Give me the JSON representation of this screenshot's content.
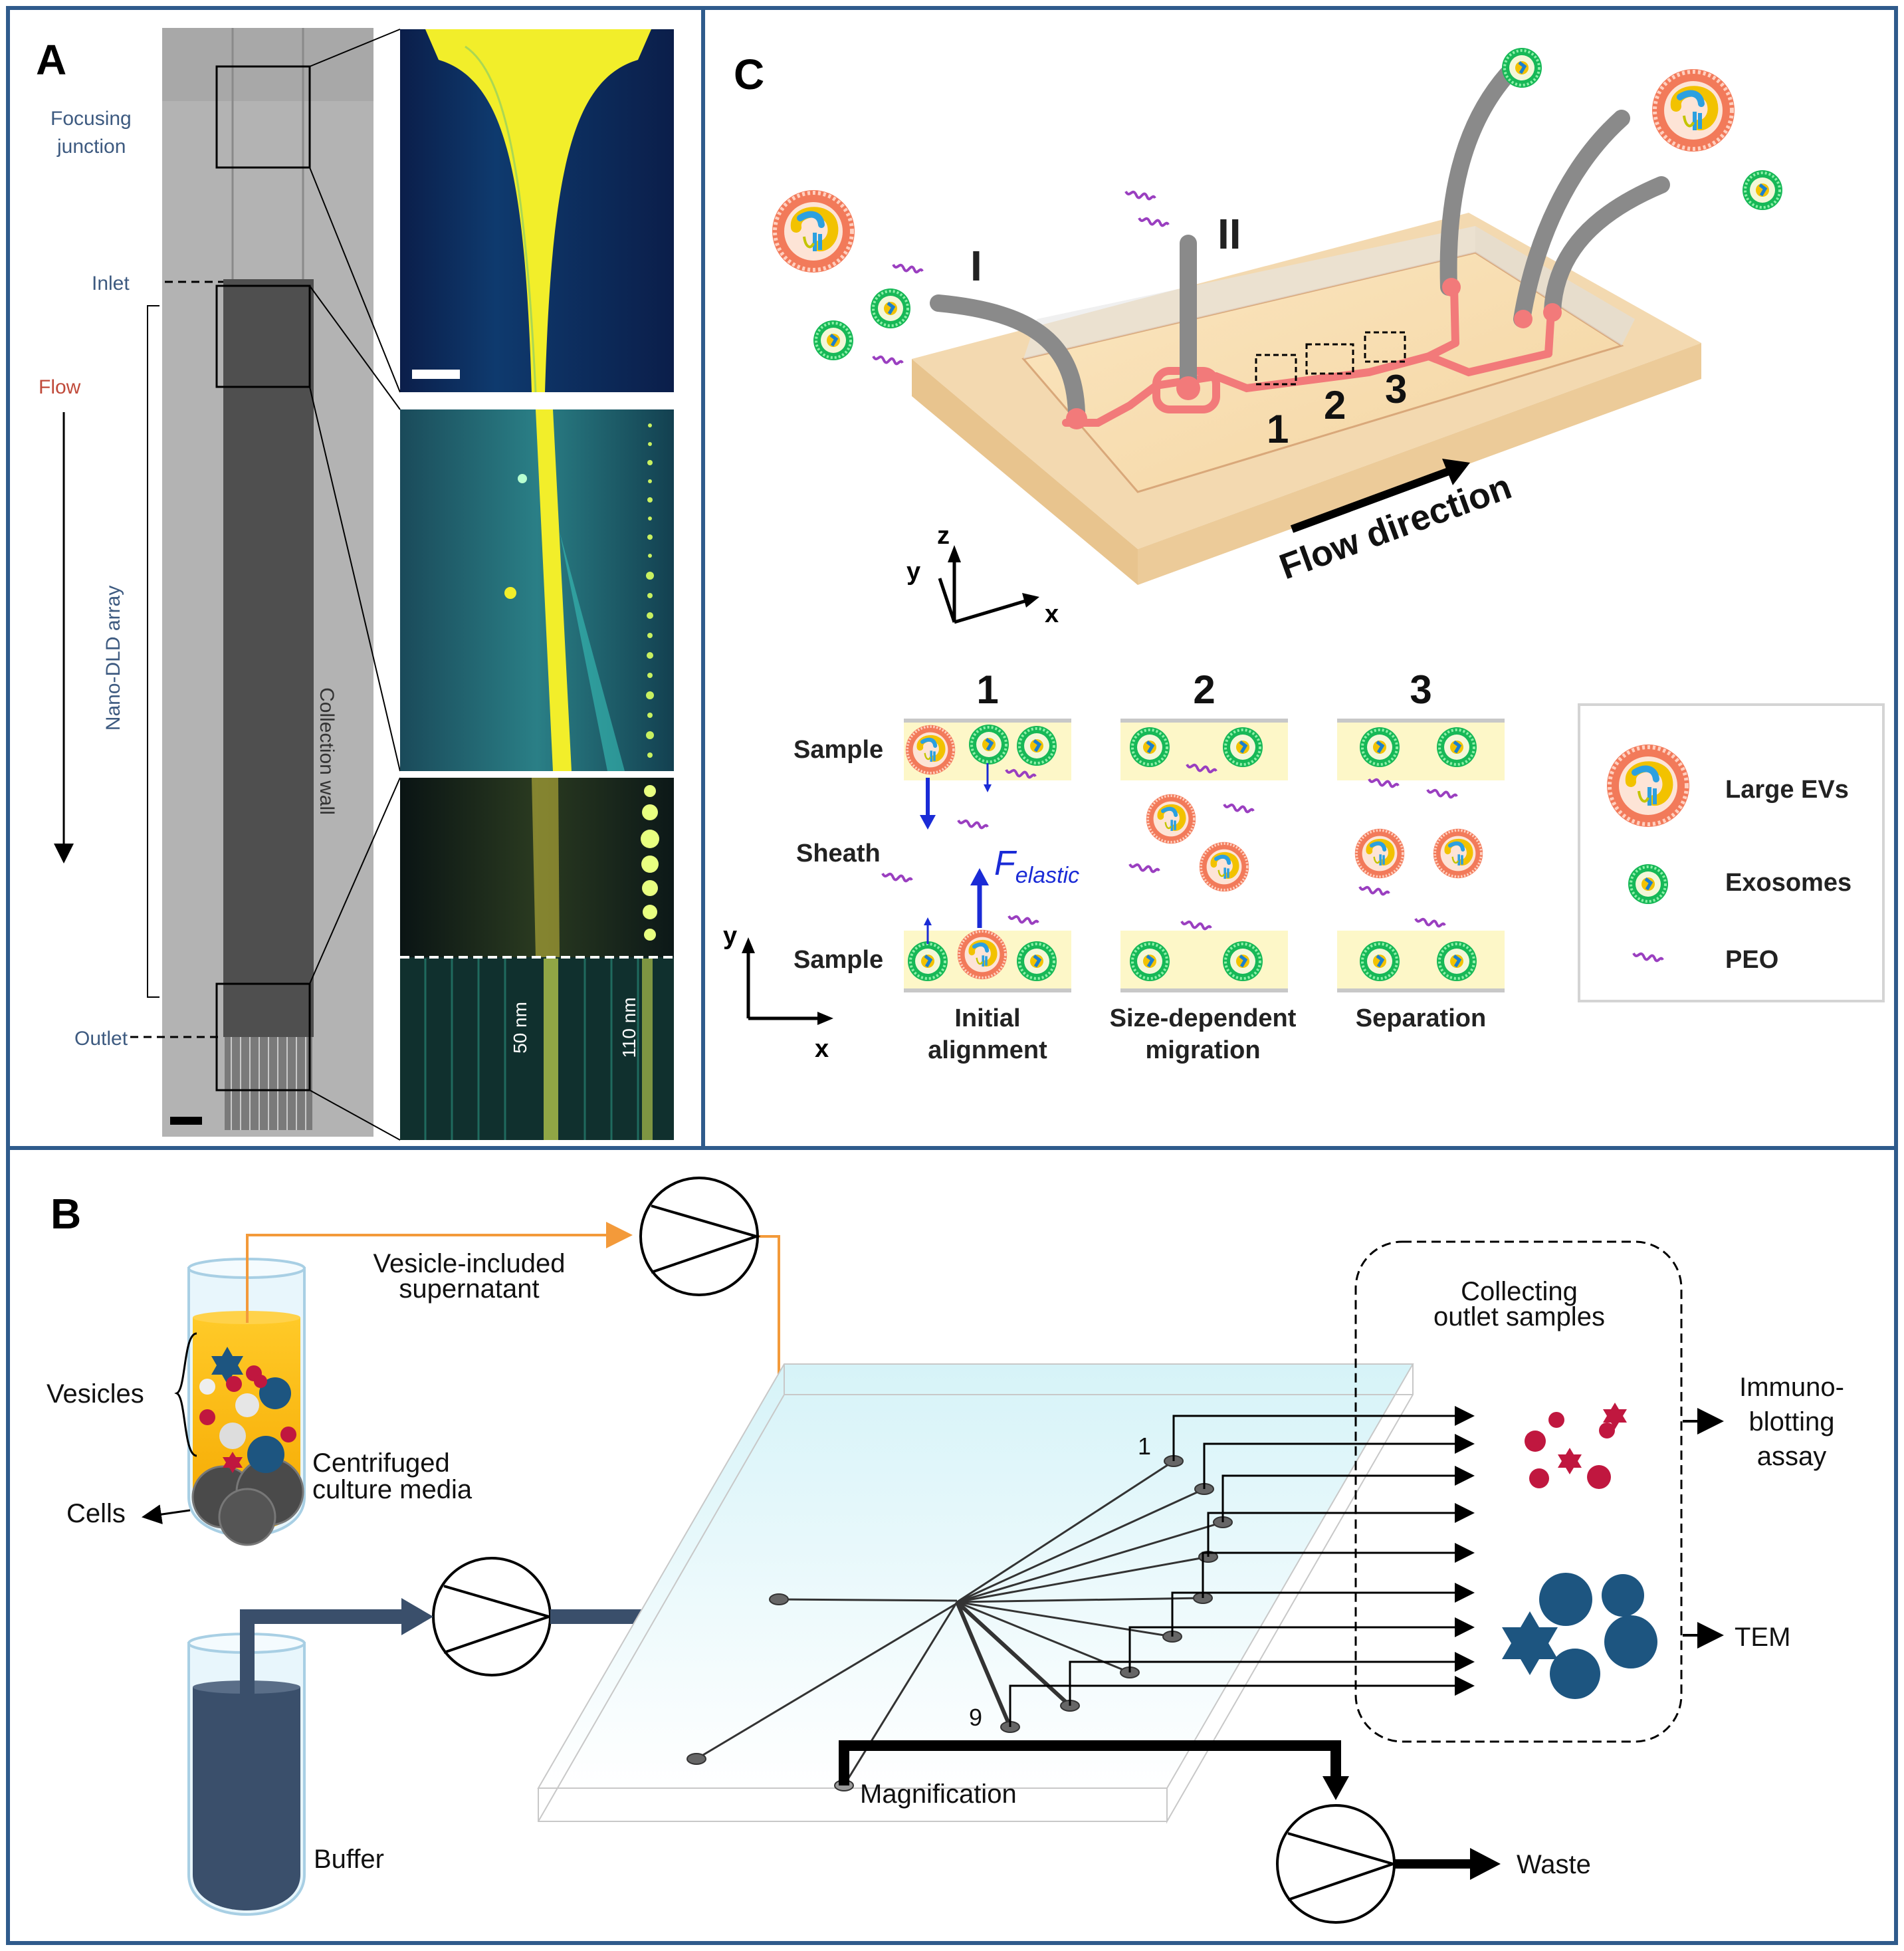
{
  "panels": {
    "a": {
      "letter": "A",
      "focusing_1": "Focusing",
      "focusing_2": "junction",
      "inlet": "Inlet",
      "flow": "Flow",
      "array": "Nano-DLD array",
      "collection_wall": "Collection wall",
      "outlet": "Outlet",
      "size_50": "50 nm",
      "size_110": "110 nm"
    },
    "b": {
      "letter": "B",
      "vesicle_sup_1": "Vesicle-included",
      "vesicle_sup_2": "supernatant",
      "vesicles": "Vesicles",
      "cells": "Cells",
      "centrifuged_1": "Centrifuged",
      "centrifuged_2": "culture media",
      "buffer": "Buffer",
      "collecting_1": "Collecting",
      "collecting_2": "outlet samples",
      "outlet_first": "1",
      "outlet_last": "9",
      "magnification": "Magnification",
      "immuno_1": "Immuno-",
      "immuno_2": "blotting",
      "immuno_3": "assay",
      "tem": "TEM",
      "waste": "Waste"
    },
    "c": {
      "letter": "C",
      "inlet_1": "I",
      "inlet_2": "II",
      "zone_1": "1",
      "zone_2": "2",
      "zone_3": "3",
      "flow_direction": "Flow direction",
      "axis_x": "x",
      "axis_y": "y",
      "axis_z": "z",
      "sample_top": "Sample",
      "sheath": "Sheath",
      "sample_bottom": "Sample",
      "f_main": "F",
      "f_sub": "elastic",
      "stage_1_num": "1",
      "stage_2_num": "2",
      "stage_3_num": "3",
      "stage_1_line1": "Initial",
      "stage_1_line2": "alignment",
      "stage_2_line1": "Size-dependent",
      "stage_2_line2": "migration",
      "stage_3_line1": "Separation",
      "legend": {
        "large_evs": "Large EVs",
        "exosomes": "Exosomes",
        "peo": "PEO"
      }
    }
  },
  "colors": {
    "frame": "#2f5b8c",
    "gold": "#f5b800",
    "navy": "#3a4f6b",
    "orange_line": "#f39a3a",
    "yellow": "#f2ee2a",
    "red_particle": "#c0173f",
    "blue_particle": "#1d5580",
    "channel_red": "#f27a7a",
    "peo_purple": "#9a3fc0",
    "exosome_green": "#1bc460",
    "force_blue": "#1a2bd6"
  }
}
